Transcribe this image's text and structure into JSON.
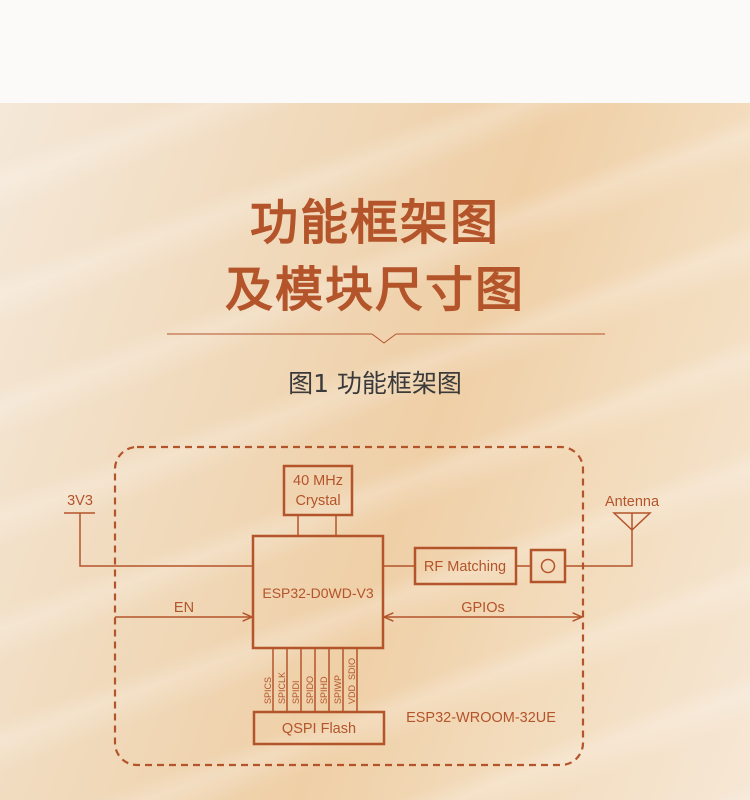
{
  "header": {
    "title_line1": "功能框架图",
    "title_line2": "及模块尺寸图",
    "figure_caption": "图1  功能框架图"
  },
  "diagram": {
    "module_name": "ESP32-WROOM-32UE",
    "chip": "ESP32-D0WD-V3",
    "crystal_line1": "40 MHz",
    "crystal_line2": "Crystal",
    "rf_matching": "RF Matching",
    "flash": "QSPI Flash",
    "power_label": "3V3",
    "antenna_label": "Antenna",
    "en_label": "EN",
    "gpio_label": "GPIOs",
    "flash_signals": [
      "SPICS",
      "SPICLK",
      "SPIDI",
      "SPIDO",
      "SPIHD",
      "SPIWP",
      "VDD_SDIO"
    ]
  },
  "colors": {
    "accent": "#b4542a",
    "caption": "#3a3a3a"
  }
}
